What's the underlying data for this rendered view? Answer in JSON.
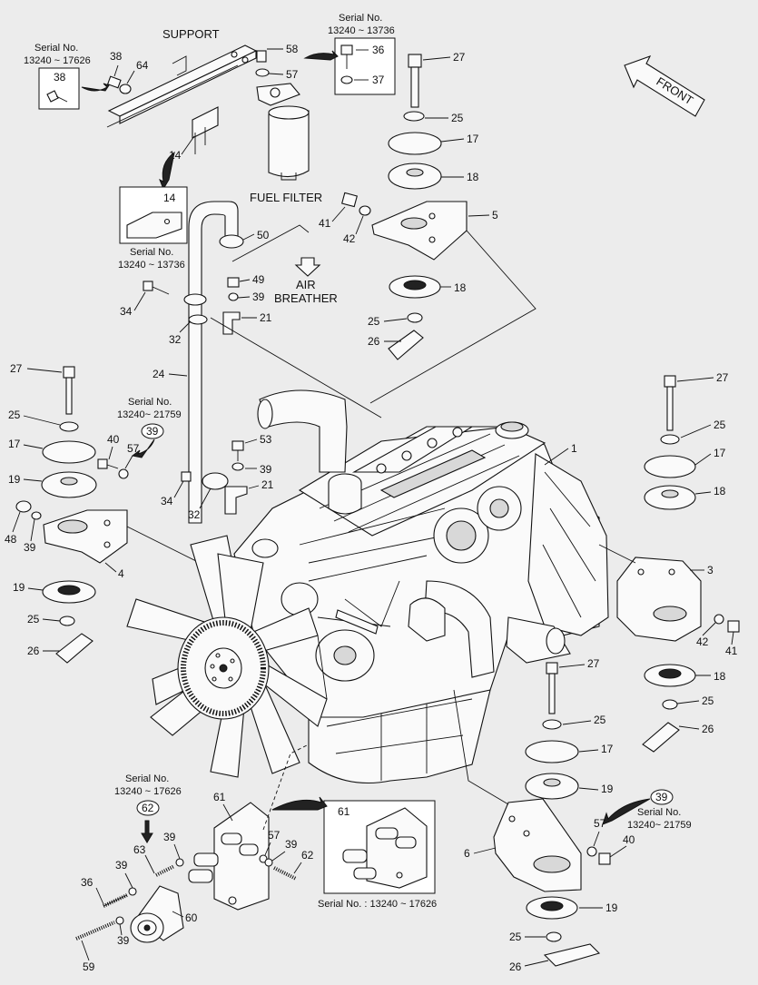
{
  "headings": {
    "support": "SUPPORT",
    "fuel_filter": "FUEL FILTER",
    "air": "AIR",
    "breather": "BREATHER",
    "front": "FRONT"
  },
  "serials": {
    "s1_title": "Serial No.",
    "s1_range": "13240 ~ 17626",
    "s2_title": "Serial No.",
    "s2_range": "13240 ~ 13736",
    "s3_title": "Serial No.",
    "s3_range": "13240 ~ 13736",
    "s4_title": "Serial No.",
    "s4_range": "13240~ 21759",
    "s5_title": "Serial No.",
    "s5_range": "13240~ 21759",
    "s6_title": "Serial No.",
    "s6_range": "13240 ~ 17626",
    "s7_caption": "Serial No. : 13240 ~ 17626"
  },
  "callouts": {
    "c38a": "38",
    "c38b": "38",
    "c64": "64",
    "c58": "58",
    "c57a": "57",
    "c36a": "36",
    "c37": "37",
    "c27a": "27",
    "c25a": "25",
    "c17a": "17",
    "c18a": "18",
    "c5": "5",
    "c41a": "41",
    "c42a": "42",
    "c18b": "18",
    "c25b": "25",
    "c26a": "26",
    "c14a": "14",
    "c14b": "14",
    "c50": "50",
    "c49": "49",
    "c39a": "39",
    "c21a": "21",
    "c34a": "34",
    "c32a": "32",
    "c24": "24",
    "c27b": "27",
    "c25c": "25",
    "c17b": "17",
    "c19a": "19",
    "c48": "48",
    "c39b": "39",
    "c4": "4",
    "c19b": "19",
    "c25d": "25",
    "c26b": "26",
    "c40a": "40",
    "c57b": "57",
    "c39c": "39",
    "c53": "53",
    "c39d": "39",
    "c21b": "21",
    "c34b": "34",
    "c32b": "32",
    "c1": "1",
    "c27c": "27",
    "c25e": "25",
    "c17c": "17",
    "c18c": "18",
    "c3": "3",
    "c42b": "42",
    "c41b": "41",
    "c18d": "18",
    "c25f": "25",
    "c26c": "26",
    "c27d": "27",
    "c25g": "25",
    "c17d": "17",
    "c19c": "19",
    "c39e": "39",
    "c57c": "57",
    "c40b": "40",
    "c6": "6",
    "c19d": "19",
    "c25h": "25",
    "c26d": "26",
    "c62a": "62",
    "c63": "63",
    "c39f": "39",
    "c61a": "61",
    "c57d": "57",
    "c39g": "39",
    "c62b": "62",
    "c36b": "36",
    "c39h": "39",
    "c60": "60",
    "c59": "59",
    "c39i": "39",
    "c61b": "61"
  }
}
